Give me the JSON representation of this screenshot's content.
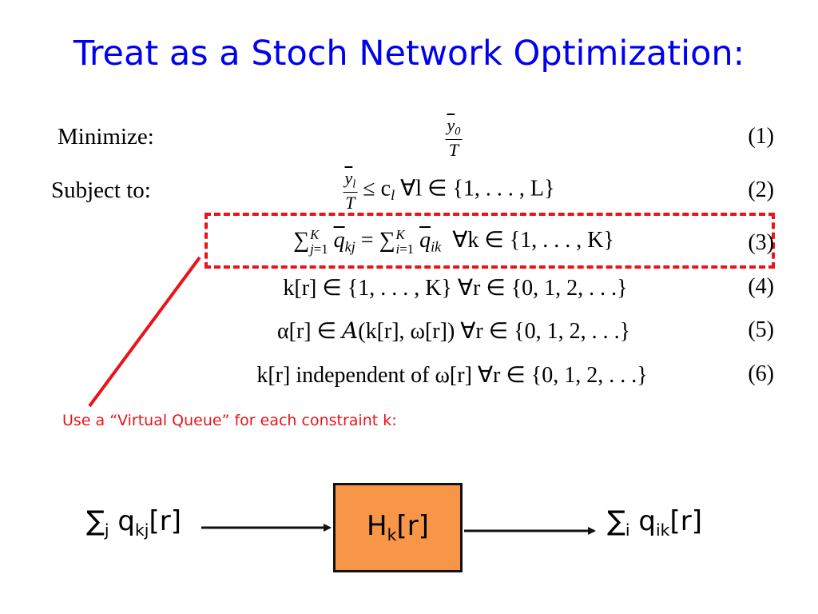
{
  "slide": {
    "title": "Treat as a Stoch Network Optimization:",
    "minimize_label": "Minimize:",
    "subject_label": "Subject to:",
    "objective": {
      "num": "y0",
      "den": "T"
    },
    "equation_numbers": [
      "(1)",
      "(2)",
      "(3)",
      "(4)",
      "(5)",
      "(6)"
    ],
    "constraints": {
      "c2": {
        "frac_num": "yl",
        "frac_den": "T",
        "text": "≤ c",
        "tail": " ∀l ∈ {1, . . . , L}"
      },
      "c3": {
        "text": "∀k ∈ {1, . . . , K}"
      },
      "c4": {
        "text": "k[r] ∈ {1, . . . , K} ∀r ∈ {0, 1, 2, . . .}"
      },
      "c5": {
        "text": "α[r] ∈ ",
        "tail": "(k[r], ω[r]) ∀r ∈ {0, 1, 2, . . .}"
      },
      "c6": {
        "text": "k[r] independent of ω[r] ∀r ∈ {0, 1, 2, . . .}"
      }
    },
    "note": "Use a “Virtual Queue” for each constraint k:",
    "queue": {
      "box_label": "H",
      "box_sub": "k",
      "box_tail": "[r]",
      "box_color": "#f79646",
      "input_label": "qkj[r]",
      "output_label": "qik[r]"
    },
    "colors": {
      "title": "#0000ee",
      "accent_red": "#e8141a"
    }
  }
}
